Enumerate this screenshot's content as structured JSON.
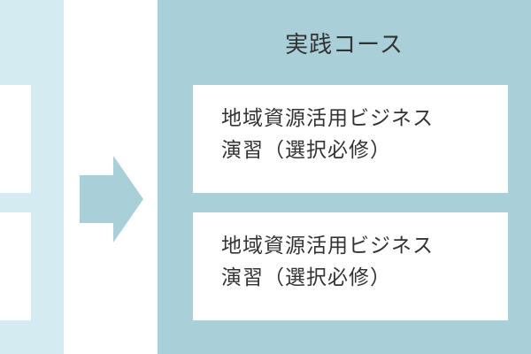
{
  "right_panel": {
    "title": "実践コース",
    "items": [
      {
        "line1": "地域資源活用ビジネス",
        "line2": "演習（選択必修）"
      },
      {
        "line1": "地域資源活用ビジネス",
        "line2": "演習（選択必修）"
      }
    ]
  },
  "colors": {
    "left_panel_bg": "#d3ebf1",
    "right_panel_bg": "#a9cfd9",
    "arrow": "#a9cfd9",
    "box_bg": "#ffffff",
    "text": "#333333"
  },
  "icons": {
    "arrow": "arrow-right-icon"
  }
}
